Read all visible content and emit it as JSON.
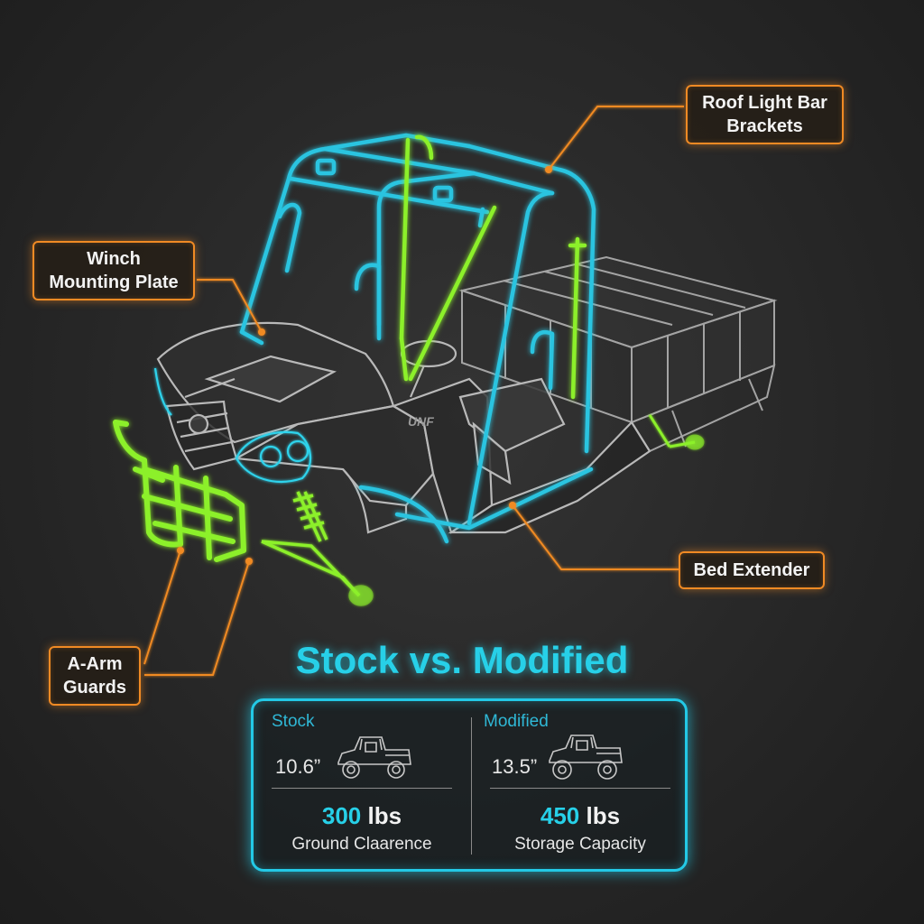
{
  "callouts": {
    "roof_light_bar": {
      "line1": "Roof Light Bar",
      "line2": "Brackets"
    },
    "winch_plate": {
      "line1": "Winch",
      "line2": "Mounting Plate"
    },
    "bed_extender": {
      "line1": "Bed Extender"
    },
    "a_arm_guards": {
      "line1": "A-Arm",
      "line2": "Guards"
    }
  },
  "vehicle_logo": "UNF",
  "comparison": {
    "title": "Stock vs. Modified",
    "stock": {
      "label": "Stock",
      "measure": "10.6”",
      "value": "300",
      "unit": "lbs",
      "caption": "Ground Claarence"
    },
    "modified": {
      "label": "Modified",
      "measure": "13.5”",
      "value": "450",
      "unit": "lbs",
      "caption": "Storage Capacity"
    }
  },
  "colors": {
    "frame": "#29c4e0",
    "accessory": "#8cf02a",
    "body": "#b9b9b9",
    "callout": "#f08a24"
  }
}
